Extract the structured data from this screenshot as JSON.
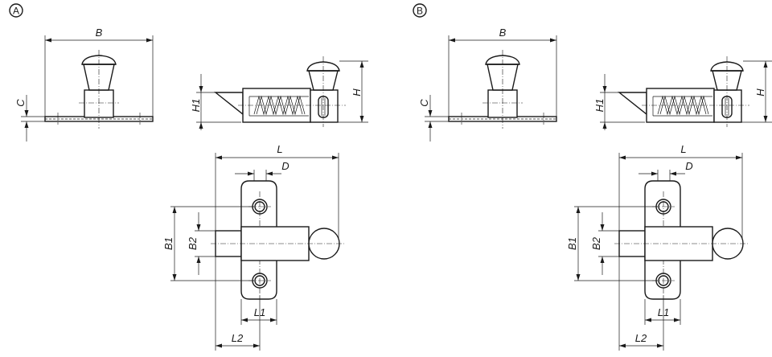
{
  "variants": [
    {
      "letter": "A",
      "labels": {
        "B": "B",
        "C": "C",
        "H": "H",
        "H1": "H1",
        "L": "L",
        "D": "D",
        "B1": "B1",
        "B2": "B2",
        "L1": "L1",
        "L2": "L2"
      }
    },
    {
      "letter": "B",
      "labels": {
        "B": "B",
        "C": "C",
        "H": "H",
        "H1": "H1",
        "L": "L",
        "D": "D",
        "B1": "B1",
        "B2": "B2",
        "L1": "L1",
        "L2": "L2"
      }
    }
  ]
}
